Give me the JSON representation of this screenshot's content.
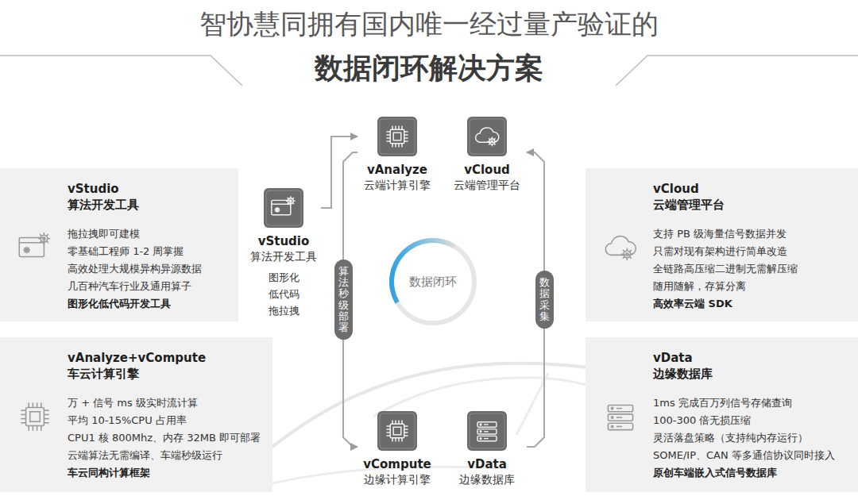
{
  "diagram": {
    "title": "智协慧同拥有国内唯一经过量产验证的",
    "nodes": [
      {
        "text": [
          "vStudio",
          "算法开发工具",
          "拖拉拽即可建模",
          "零基础工程师 1-2 周掌握",
          "高效处理大规模异构异源数据",
          "几百种汽车行业及通用算子",
          "图形化低代码开发工具"
        ]
      },
      {
        "text": [
          "vAnalyze+vCompute",
          "车云计算引擎",
          "万 + 信号 ms 级实时流计算",
          "平均 10-15%CPU 占用率",
          "CPU1 核 800Mhz、内存 32MB 即可部署",
          "云端算法无需编译、车端秒级运行",
          "车云同构计算框架"
        ]
      },
      {
        "text": [
          "vCloud",
          "云端管理平台",
          "支持 PB 级海量信号数据并发",
          "只需对现有架构进行简单改造",
          "全链路高压缩二进制无需解压缩",
          "随用随解，存算分离",
          "高效率云端 SDK"
        ]
      },
      {
        "text": [
          "vData",
          "边缘数据库",
          "1ms 完成百万列信号存储查询",
          "100-300 倍无损压缩",
          "灵活落盘策略（支持纯内存运行）",
          "SOME/IP、CAN 等多通信协议同时接入",
          "原创车端嵌入式信号数据库"
        ]
      },
      {
        "text": [
          "vStudio",
          "算法开发工具"
        ]
      },
      {
        "text": [
          "vAnalyze",
          "云端计算引擎"
        ]
      },
      {
        "text": [
          "vCloud",
          "云端管理平台"
        ]
      },
      {
        "text": [
          "vCompute",
          "边缘计算引擎"
        ]
      },
      {
        "text": [
          "vData",
          "边缘数据库"
        ]
      },
      {
        "text": [
          "数据闭环"
        ]
      }
    ],
    "edges": [
      {
        "from": 4,
        "to": 5,
        "arrow": "to"
      },
      {
        "from": 5,
        "to": 7,
        "label": "算法秒级部署",
        "arrow": "to"
      },
      {
        "from": 8,
        "to": 6,
        "label": "数据采集",
        "arrow": "to"
      }
    ],
    "labels": [
      "数据闭环解决方案",
      "图形化",
      "低代码",
      "拖拉拽"
    ]
  }
}
